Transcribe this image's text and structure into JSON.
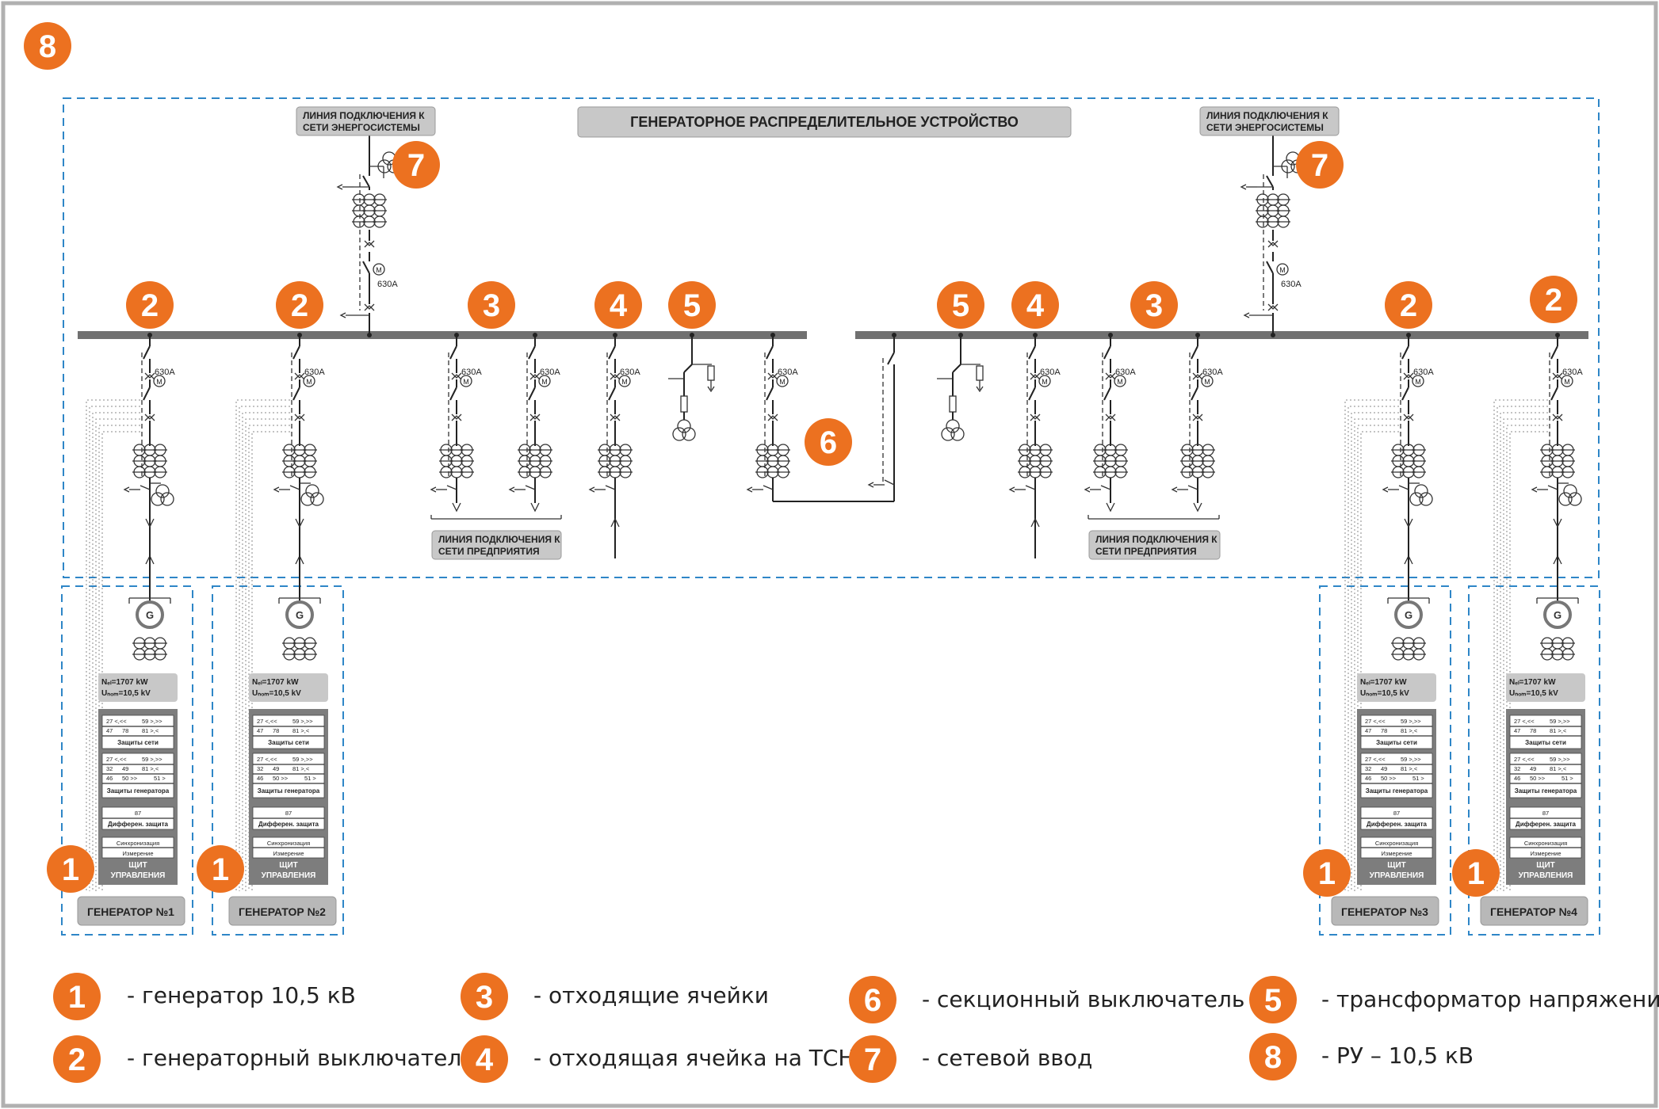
{
  "diagram": {
    "outer_badge": "8",
    "main_title": "ГЕНЕРАТОРНОЕ РАСПРЕДЕЛИТЕЛЬНОЕ УСТРОЙСТВО",
    "grid_line_label": "ЛИНИЯ ПОДКЛЮЧЕНИЯ К СЕТИ ЭНЕРГОСИСТЕМЫ",
    "grid_line_label_l1": "ЛИНИЯ ПОДКЛЮЧЕНИЯ К",
    "grid_line_label_l2": "СЕТИ ЭНЕРГОСИСТЕМЫ",
    "enterprise_line_label_l1": "ЛИНИЯ ПОДКЛЮЧЕНИЯ К",
    "enterprise_line_label_l2": "СЕТИ ПРЕДПРИЯТИЯ",
    "current_rating": "630А",
    "motor_symbol": "M",
    "generator_symbol": "G",
    "badges": {
      "b1": "1",
      "b2": "2",
      "b3": "3",
      "b4": "4",
      "b5": "5",
      "b6": "6",
      "b7": "7"
    },
    "generators": [
      {
        "name": "ГЕНЕРАТОР №1"
      },
      {
        "name": "ГЕНЕРАТОР №2"
      },
      {
        "name": "ГЕНЕРАТОР №3"
      },
      {
        "name": "ГЕНЕРАТОР №4"
      }
    ],
    "rating_line1": "Nₑₗ=1707 kW",
    "rating_line2": "Uₙₒₘ=10,5 kV",
    "control_panel": {
      "net_rows": [
        [
          "27 <,<<",
          "59 >,>>"
        ],
        [
          "47",
          "78",
          "81 >,<"
        ]
      ],
      "net_title": "Защиты сети",
      "gen_rows": [
        [
          "27 <,<<",
          "59 >,>>"
        ],
        [
          "32",
          "49",
          "81 >,<"
        ],
        [
          "46",
          "50 >>",
          "51 >"
        ]
      ],
      "gen_title": "Защиты генератора",
      "diff_code": "87",
      "diff_title": "Дифферен. защита",
      "sync": "Синхронизация",
      "measure": "Измерение",
      "panel_title_l1": "ЩИТ",
      "panel_title_l2": "УПРАВЛЕНИЯ"
    }
  },
  "legend": [
    {
      "num": "1",
      "text": "- генератор 10,5 кВ"
    },
    {
      "num": "2",
      "text": "- генераторный выключатель"
    },
    {
      "num": "3",
      "text": "- отходящие ячейки"
    },
    {
      "num": "4",
      "text": "- отходящая ячейка на ТСН"
    },
    {
      "num": "6",
      "text": "- секционный выключатель"
    },
    {
      "num": "7",
      "text": "- сетевой ввод"
    },
    {
      "num": "5",
      "text": "- трансформатор напряжения"
    },
    {
      "num": "8",
      "text": "- РУ – 10,5 кВ"
    }
  ],
  "colors": {
    "badge": "#ec7120",
    "region_border": "#2e86c7",
    "busbar": "#707070",
    "label_box": "#c8c8c8",
    "panel": "#7d7d7d"
  }
}
